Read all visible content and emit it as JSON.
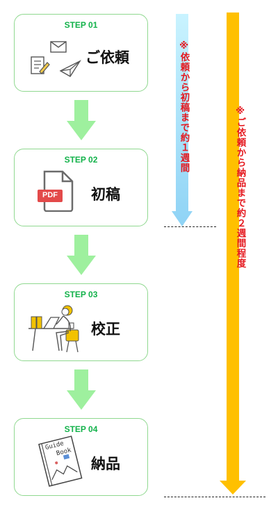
{
  "steps": [
    {
      "label": "STEP 01",
      "title": "ご依頼"
    },
    {
      "label": "STEP 02",
      "title": "初稿",
      "badge": "PDF"
    },
    {
      "label": "STEP 03",
      "title": "校正"
    },
    {
      "label": "STEP 04",
      "title": "納品",
      "book_text_1": "Guide",
      "book_text_2": "Book"
    }
  ],
  "timeline": {
    "first_draft_note": "※依頼から初稿まで約１週間",
    "delivery_note": "※ご依頼から納品まで約２週間程度"
  },
  "colors": {
    "step_border": "#8fd88f",
    "step_label": "#12b24a",
    "down_arrow": "#9ef09e",
    "short_bar": "#aee8fb",
    "long_bar": "#ffc000",
    "note_text": "#e5191f"
  }
}
